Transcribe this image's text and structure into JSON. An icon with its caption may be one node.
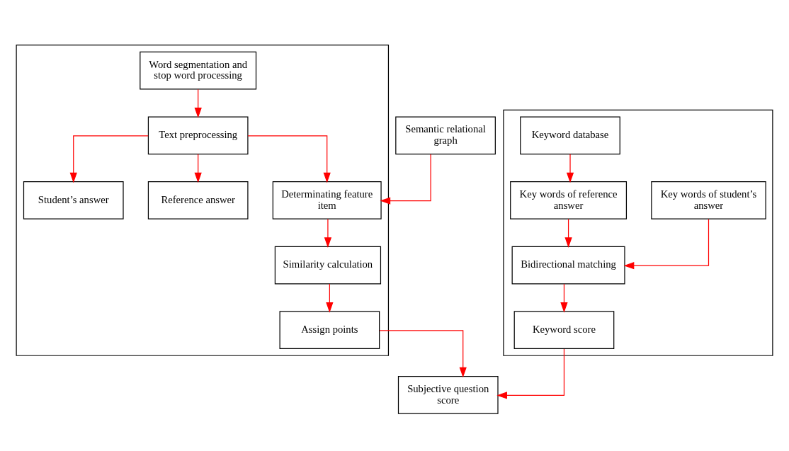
{
  "diagram": {
    "nodes": [
      {
        "text": [],
        "shape": "box"
      },
      {
        "text": [
          "Key words of reference answer"
        ],
        "in": 0
      },
      {
        "text": [
          "Key words of student’s answer"
        ],
        "in": 0
      },
      {
        "text": [
          "Keyword database"
        ],
        "in": 0
      },
      {
        "text": [
          "Bidirectional matching"
        ],
        "in": 0
      },
      {
        "text": [
          "Keyword score"
        ],
        "in": 0
      },
      {
        "text": [],
        "shape": "box"
      },
      {
        "text": [
          "Student’s answer"
        ],
        "in": 6
      },
      {
        "text": [
          "Reference answer"
        ],
        "in": 6
      },
      {
        "text": [
          "Text preprocessing"
        ],
        "in": 6
      },
      {
        "text": [
          "Word segmentation and stop word processing"
        ],
        "in": 6
      },
      {
        "text": [
          "Determinating feature item"
        ],
        "in": 6
      },
      {
        "text": [
          "Similarity calculation"
        ],
        "in": 6
      },
      {
        "text": [
          "Assign points"
        ],
        "in": 6
      },
      {
        "text": [
          "Semantic relational graph"
        ]
      },
      {
        "text": [
          "Subjective question score"
        ]
      }
    ],
    "edges": [
      {
        "from": 3,
        "to": 1,
        "arrow": "to"
      },
      {
        "from": 1,
        "to": 4,
        "arrow": "to"
      },
      {
        "from": 2,
        "to": 4,
        "arrow": "to"
      },
      {
        "from": 4,
        "to": 5,
        "arrow": "to"
      },
      {
        "from": 9,
        "to": 7,
        "arrow": "to"
      },
      {
        "from": 9,
        "to": 8,
        "arrow": "to"
      },
      {
        "from": 10,
        "to": 9,
        "arrow": "to"
      },
      {
        "from": 9,
        "to": 11,
        "arrow": "to"
      },
      {
        "from": 14,
        "to": 11,
        "arrow": "to"
      },
      {
        "from": 11,
        "to": 12,
        "arrow": "to"
      },
      {
        "from": 12,
        "to": 13,
        "arrow": "to"
      },
      {
        "from": 5,
        "to": 15,
        "arrow": "to"
      },
      {
        "from": 13,
        "to": 15,
        "arrow": "to"
      }
    ]
  }
}
